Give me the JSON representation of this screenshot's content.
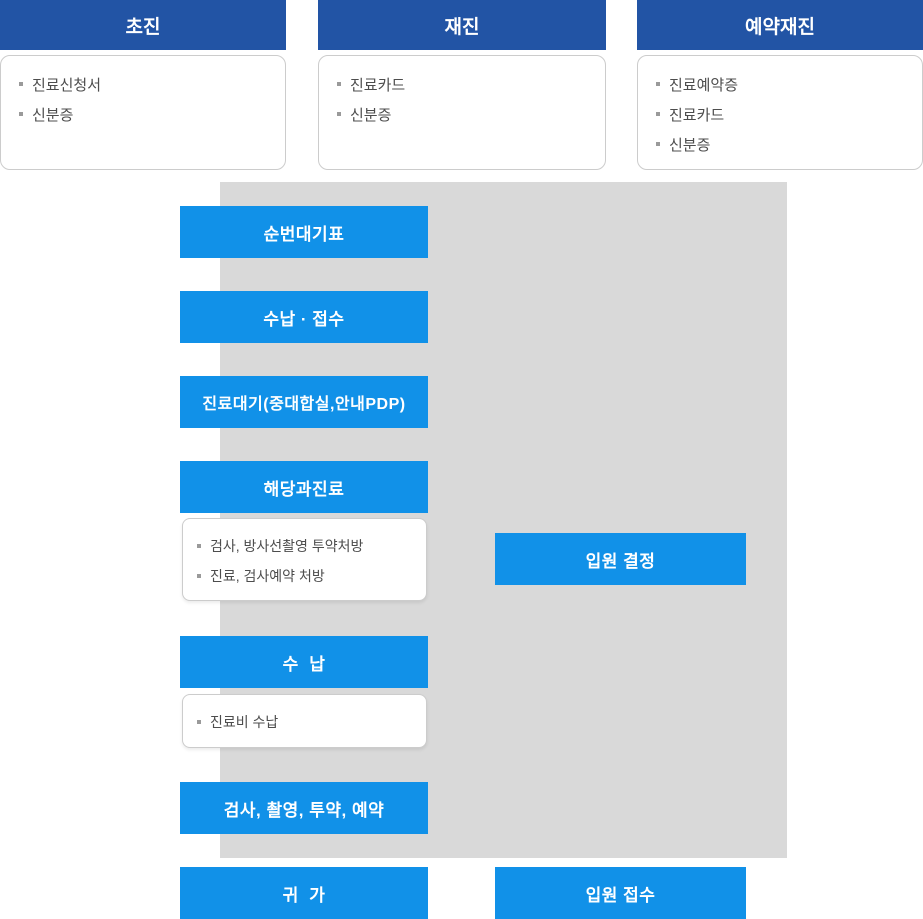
{
  "colors": {
    "header_blue": "#2254a5",
    "step_blue": "#1191e8",
    "panel_gray": "#d9d9d9",
    "card_border": "#cccccc",
    "text_dark": "#4d4d4d"
  },
  "visit_types": [
    {
      "title": "초진",
      "documents": [
        "진료신청서",
        "신분증"
      ]
    },
    {
      "title": "재진",
      "documents": [
        "진료카드",
        "신분증"
      ]
    },
    {
      "title": "예약재진",
      "documents": [
        "진료예약증",
        "진료카드",
        "신분증"
      ]
    }
  ],
  "flow": {
    "main_steps": {
      "waiting_ticket": "순번대기표",
      "payment_reception": "수납 · 접수",
      "treatment_waiting": "진료대기(중대합실,안내PDP)",
      "department_treatment": "해당과진료",
      "payment": "수  납",
      "tests": "검사, 촬영, 투약, 예약",
      "return_home": "귀  가"
    },
    "department_treatment_details": [
      "검사, 방사선촬영 투약처방",
      "진료, 검사예약 처방"
    ],
    "payment_details": [
      "진료비 수납"
    ],
    "admission": {
      "decision": "입원 결정",
      "reception": "입원 접수"
    }
  }
}
